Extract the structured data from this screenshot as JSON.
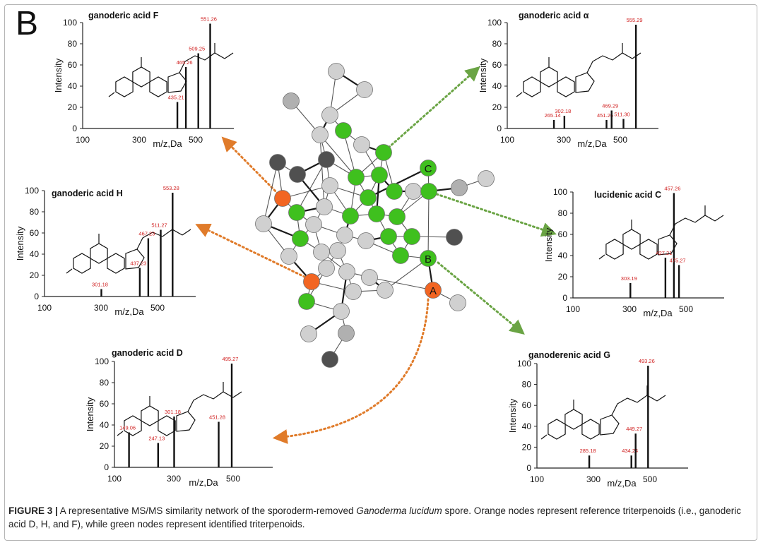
{
  "panel_letter": "B",
  "caption": {
    "label": "FIGURE 3 |",
    "text_before": " A representative MS/MS similarity network of the sporoderm-removed ",
    "species": "Ganoderma lucidum",
    "text_after": " spore. Orange nodes represent reference triterpenoids (i.e., ganoderic acid D, H, and F), while green nodes represent identified triterpenoids."
  },
  "colors": {
    "orange_node": "#f26522",
    "green_node": "#3fc01e",
    "gray_light": "#d0d0d0",
    "gray_mid": "#b0b0b0",
    "gray_dark": "#505050",
    "orange_arrow": "#e07b2a",
    "green_arrow": "#6aa444",
    "peak_label": "#d02020"
  },
  "network": {
    "labeled_nodes": [
      "A",
      "B",
      "C"
    ]
  },
  "chart_data": [
    {
      "type": "bar",
      "title": "ganoderic acid F",
      "xlabel": "m/z,Da",
      "ylabel": "Intensity",
      "xlim": [
        100,
        600
      ],
      "ylim": [
        0,
        100
      ],
      "xticks": [
        "100",
        "300",
        "500"
      ],
      "yticks": [
        "0",
        "20",
        "40",
        "60",
        "80",
        "100"
      ],
      "peaks": [
        {
          "mz": 435.21,
          "intensity": 25,
          "label": "435.21"
        },
        {
          "mz": 465.26,
          "intensity": 58,
          "label": "465.26"
        },
        {
          "mz": 509.25,
          "intensity": 71,
          "label": "509.25"
        },
        {
          "mz": 551.26,
          "intensity": 99,
          "label": "551.26"
        }
      ]
    },
    {
      "type": "bar",
      "title": "ganoderic acid α",
      "xlabel": "m/z,Da",
      "ylabel": "Intensity",
      "xlim": [
        100,
        600
      ],
      "ylim": [
        0,
        100
      ],
      "xticks": [
        "100",
        "300",
        "500"
      ],
      "yticks": [
        "0",
        "20",
        "40",
        "60",
        "80",
        "100"
      ],
      "peaks": [
        {
          "mz": 265.14,
          "intensity": 8,
          "label": "265.14"
        },
        {
          "mz": 302.18,
          "intensity": 12,
          "label": "302.18"
        },
        {
          "mz": 451.26,
          "intensity": 8,
          "label": "451.26"
        },
        {
          "mz": 469.29,
          "intensity": 17,
          "label": "469.29"
        },
        {
          "mz": 511.3,
          "intensity": 9,
          "label": "511.30"
        },
        {
          "mz": 555.29,
          "intensity": 98,
          "label": "555.29"
        }
      ]
    },
    {
      "type": "bar",
      "title": "ganoderic acid H",
      "xlabel": "m/z,Da",
      "ylabel": "Intensity",
      "xlim": [
        100,
        600
      ],
      "ylim": [
        0,
        100
      ],
      "xticks": [
        "100",
        "300",
        "500"
      ],
      "yticks": [
        "0",
        "20",
        "40",
        "60",
        "80",
        "100"
      ],
      "peaks": [
        {
          "mz": 301.18,
          "intensity": 7,
          "label": "301.18"
        },
        {
          "mz": 437.23,
          "intensity": 27,
          "label": "437.23"
        },
        {
          "mz": 467.23,
          "intensity": 55,
          "label": "467.23"
        },
        {
          "mz": 511.27,
          "intensity": 63,
          "label": "511.27"
        },
        {
          "mz": 553.28,
          "intensity": 98,
          "label": "553.28"
        }
      ]
    },
    {
      "type": "bar",
      "title": "lucidenic acid C",
      "xlabel": "m/z,Da",
      "ylabel": "Intensity",
      "xlim": [
        100,
        600
      ],
      "ylim": [
        0,
        100
      ],
      "xticks": [
        "100",
        "300",
        "500"
      ],
      "yticks": [
        "0",
        "20",
        "40",
        "60",
        "80",
        "100"
      ],
      "peaks": [
        {
          "mz": 303.19,
          "intensity": 14,
          "label": "303.19"
        },
        {
          "mz": 427.21,
          "intensity": 38,
          "label": "427.21"
        },
        {
          "mz": 457.26,
          "intensity": 99,
          "label": "457.26"
        },
        {
          "mz": 475.27,
          "intensity": 31,
          "label": "475.27"
        }
      ]
    },
    {
      "type": "bar",
      "title": "ganoderic acid D",
      "xlabel": "m/z,Da",
      "ylabel": "Intensity",
      "xlim": [
        100,
        600
      ],
      "ylim": [
        0,
        100
      ],
      "xticks": [
        "100",
        "300",
        "500"
      ],
      "yticks": [
        "0",
        "20",
        "40",
        "60",
        "80",
        "100"
      ],
      "peaks": [
        {
          "mz": 149.06,
          "intensity": 33,
          "label": "149.06"
        },
        {
          "mz": 247.13,
          "intensity": 23,
          "label": "247.13"
        },
        {
          "mz": 301.18,
          "intensity": 48,
          "label": "301.18"
        },
        {
          "mz": 451.28,
          "intensity": 43,
          "label": "451.28"
        },
        {
          "mz": 495.27,
          "intensity": 98,
          "label": "495.27"
        }
      ]
    },
    {
      "type": "bar",
      "title": "ganoderenic acid G",
      "xlabel": "m/z,Da",
      "ylabel": "Intensity",
      "xlim": [
        100,
        600
      ],
      "ylim": [
        0,
        100
      ],
      "xticks": [
        "100",
        "300",
        "500"
      ],
      "yticks": [
        "0",
        "20",
        "40",
        "60",
        "80",
        "100"
      ],
      "peaks": [
        {
          "mz": 285.18,
          "intensity": 12,
          "label": "285.18"
        },
        {
          "mz": 434.24,
          "intensity": 12,
          "label": "434.24"
        },
        {
          "mz": 449.27,
          "intensity": 33,
          "label": "449.27"
        },
        {
          "mz": 493.26,
          "intensity": 98,
          "label": "493.26"
        }
      ]
    }
  ]
}
